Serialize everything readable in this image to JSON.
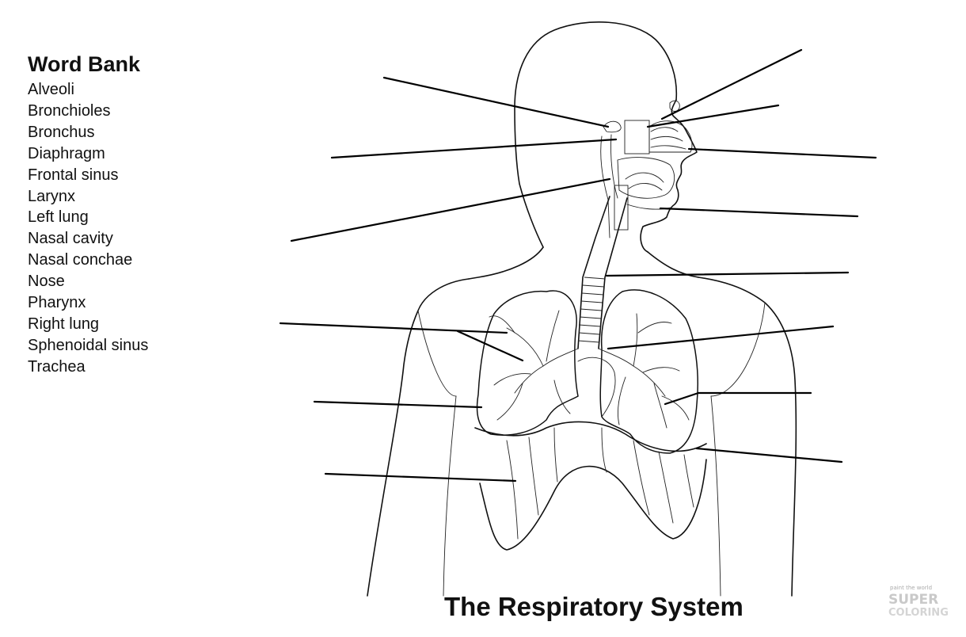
{
  "word_bank": {
    "title": "Word Bank",
    "terms": [
      "Alveoli",
      "Bronchioles",
      "Bronchus",
      "Diaphragm",
      "Frontal sinus",
      "Larynx",
      "Left lung",
      "Nasal cavity",
      "Nasal conchae",
      "Nose",
      "Pharynx",
      "Right lung",
      "Sphenoidal sinus",
      "Trachea"
    ]
  },
  "caption": "The Respiratory System",
  "logo": {
    "tagline": "paint the world",
    "line1": "SUPER",
    "line2": "COLORING"
  },
  "colors": {
    "ink": "#111111",
    "background": "#ffffff",
    "logo_gray": "#c9c9c9"
  }
}
